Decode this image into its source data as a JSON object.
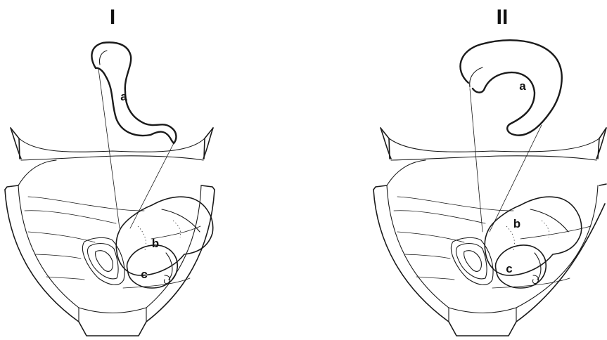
{
  "panels": [
    {
      "numeral": "I",
      "labels": {
        "a": "a",
        "b": "b",
        "c": "c"
      }
    },
    {
      "numeral": "II",
      "labels": {
        "a": "a",
        "b": "b",
        "c": "c"
      }
    }
  ]
}
